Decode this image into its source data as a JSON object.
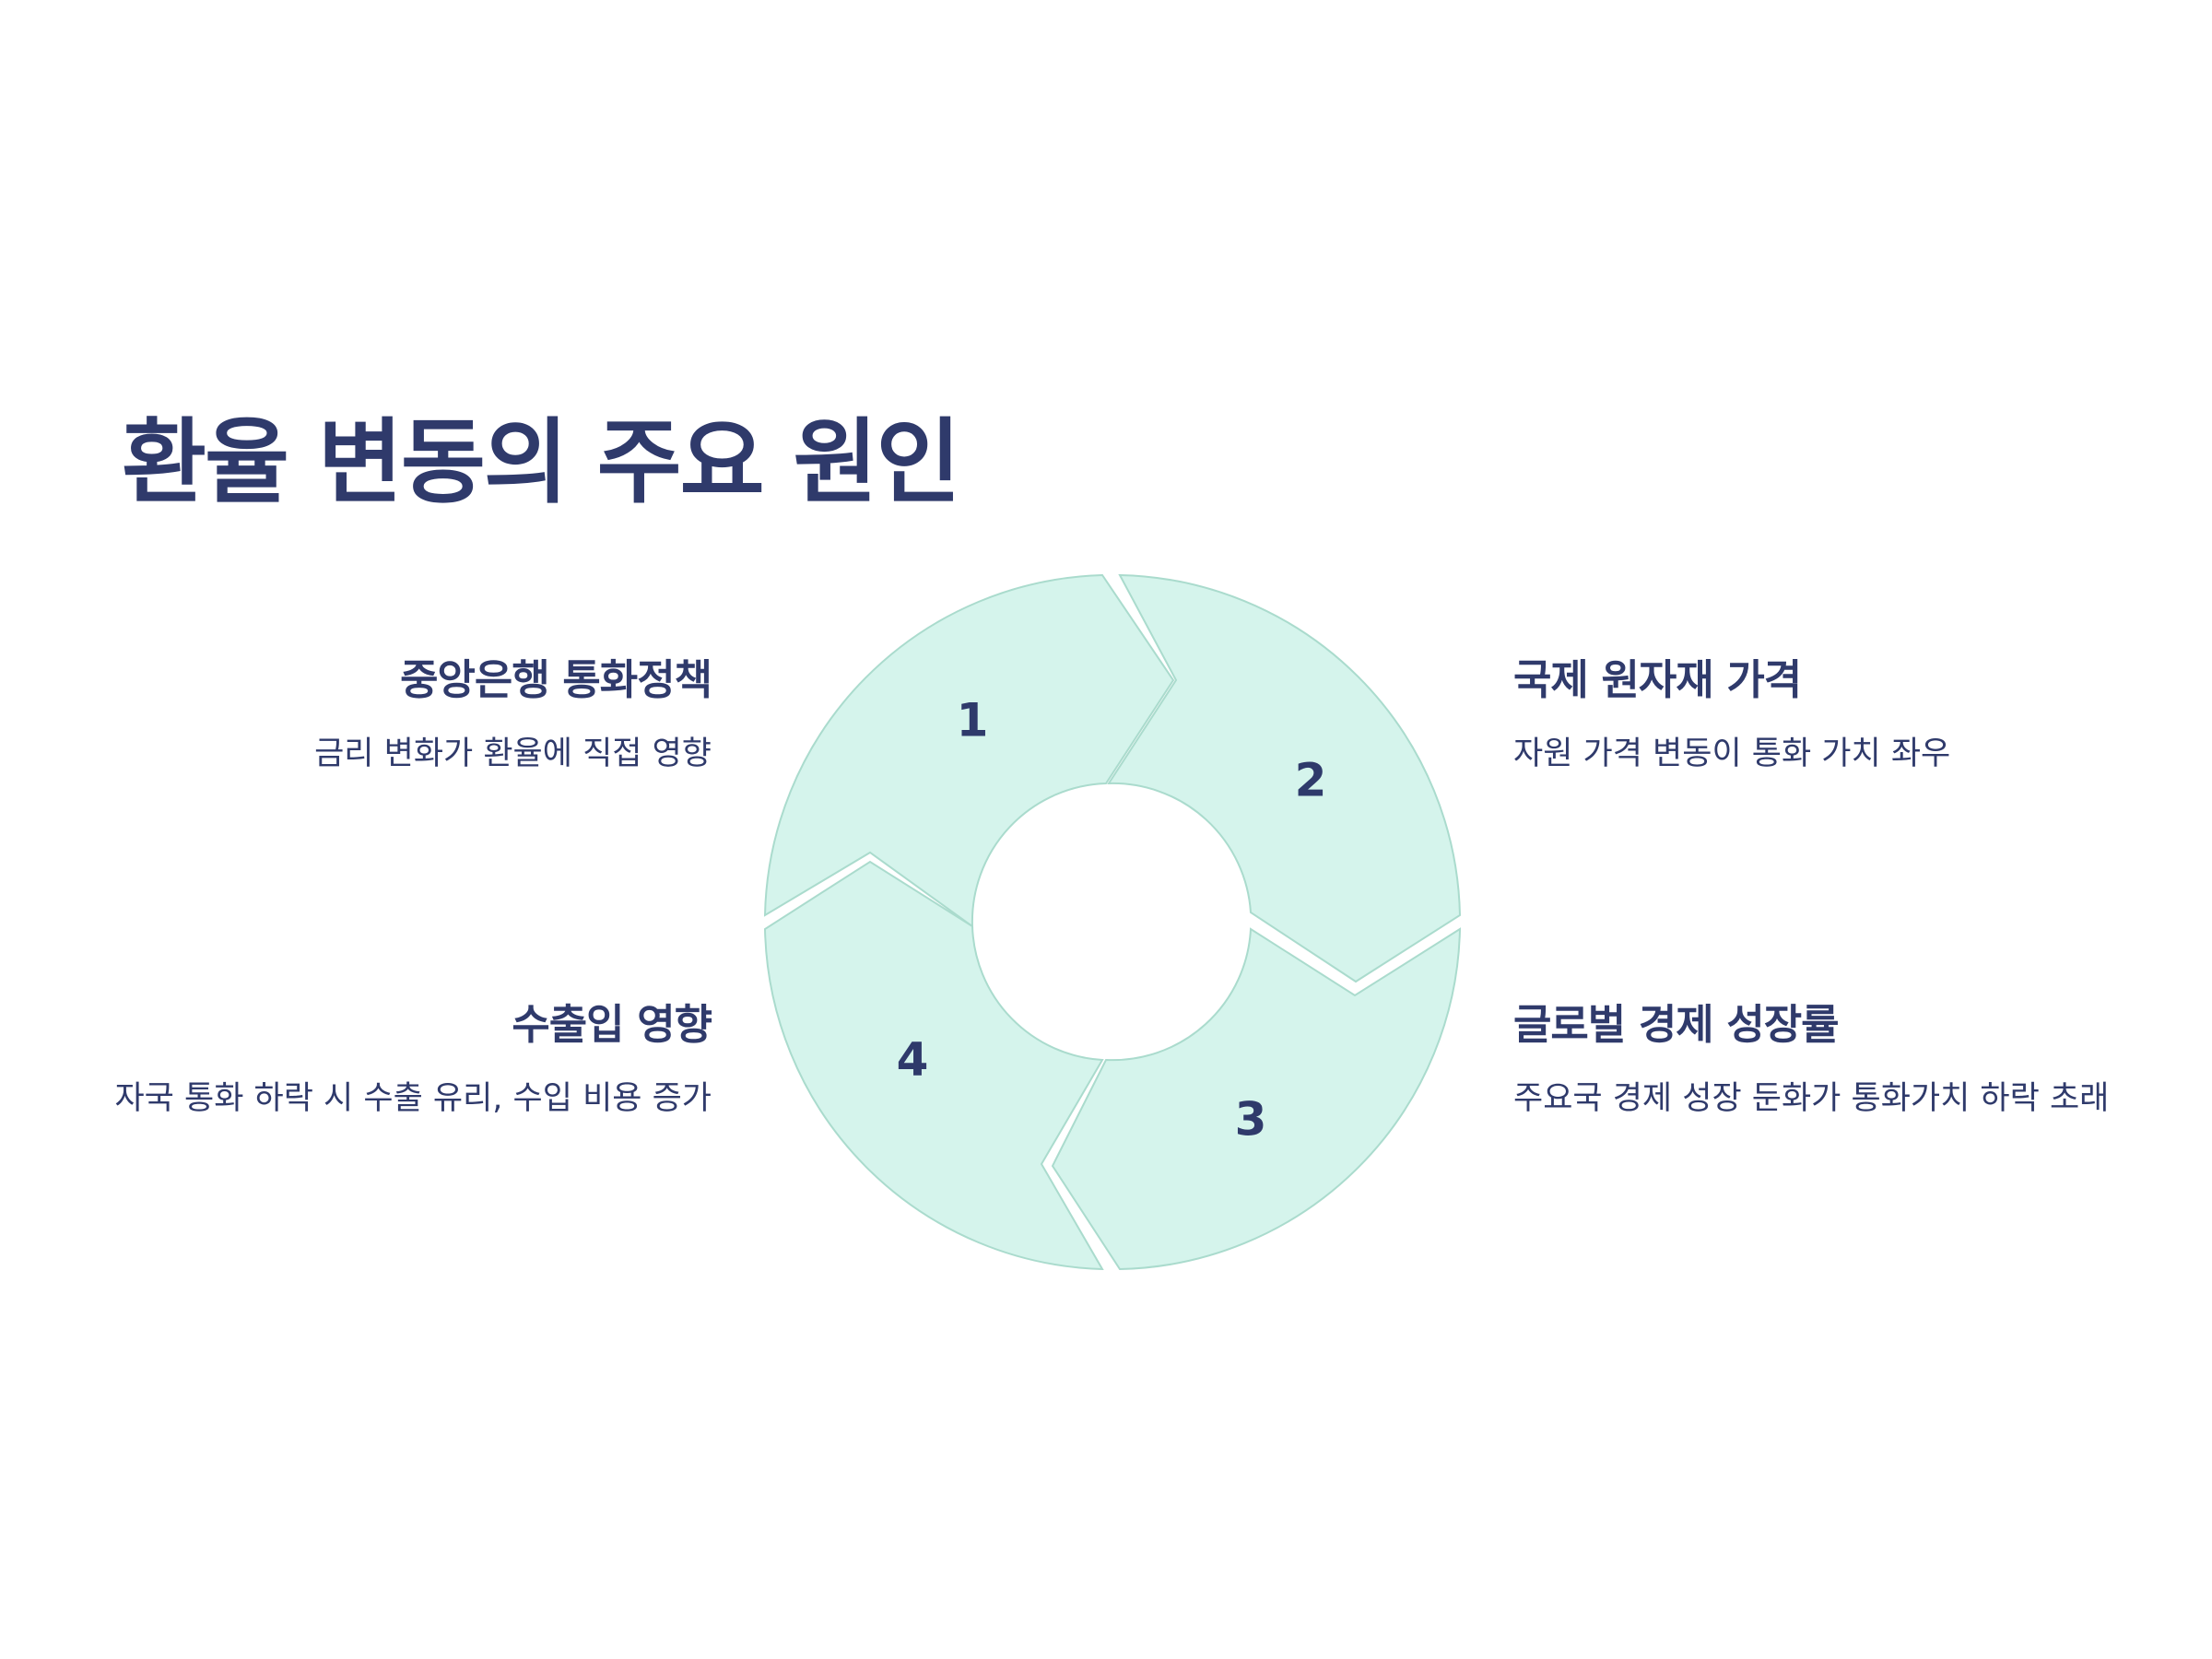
{
  "title": "환율 변동의 주요 원인",
  "colors": {
    "text": "#2f3a6b",
    "segment_fill": "#d5f4ec",
    "segment_stroke": "#aadbcd"
  },
  "cycle": {
    "steps": [
      {
        "number": "1",
        "title": "중앙은행 통화정책",
        "description": "금리 변화가 환율에 직접 영향"
      },
      {
        "number": "2",
        "title": "국제 원자재 가격",
        "description": "자원 가격 변동이 통화 가치 좌우"
      },
      {
        "number": "3",
        "title": "글로벌 경제 성장률",
        "description": "주요국 경제 성장 둔화가 통화가치 하락 초래"
      },
      {
        "number": "4",
        "title": "수출입 영향",
        "description": "자국 통화 하락 시 수출 유리, 수입 비용 증가"
      }
    ]
  }
}
